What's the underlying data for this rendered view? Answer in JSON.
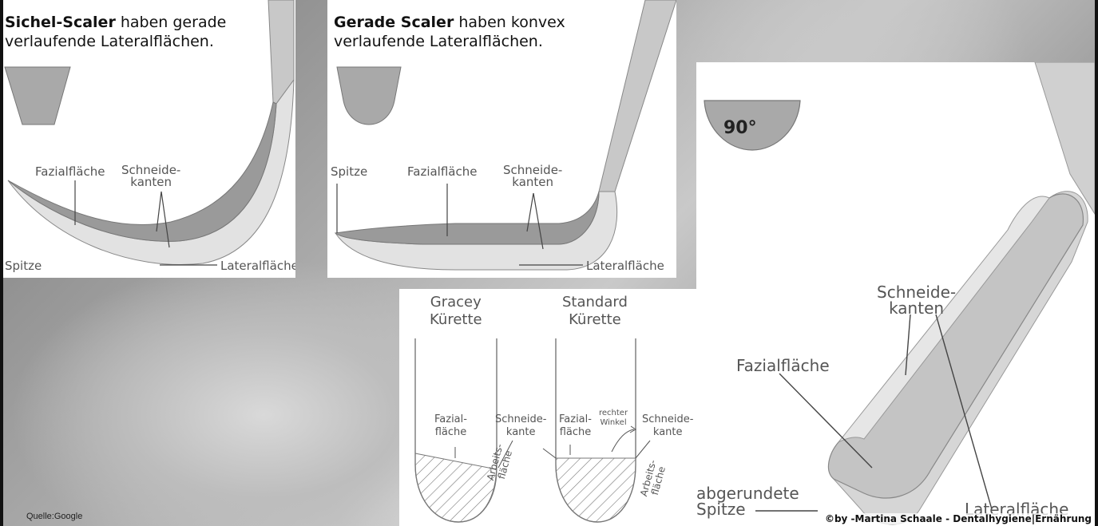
{
  "panel_sichel": {
    "title_bold": "Sichel-Scaler",
    "title_rest": "haben gerade",
    "title_line2": "verlaufende Lateralflächen.",
    "label_fazial": "Fazialfläche",
    "label_schneide_1": "Schneide-",
    "label_schneide_2": "kanten",
    "label_spitze": "Spitze",
    "label_lateral": "Lateralfläche"
  },
  "panel_gerade": {
    "title_bold": "Gerade Scaler",
    "title_rest": "haben konvex",
    "title_line2": "verlaufende Lateralflächen.",
    "label_spitze": "Spitze",
    "label_fazial": "Fazialfläche",
    "label_schneide_1": "Schneide-",
    "label_schneide_2": "kanten",
    "label_lateral": "Lateralfläche"
  },
  "panel_kuerette": {
    "gracey_1": "Gracey",
    "gracey_2": "Kürette",
    "standard_1": "Standard",
    "standard_2": "Kürette",
    "fazial_1a": "Fazial-",
    "fazial_1b": "fläche",
    "schneide_1a": "Schneide-",
    "schneide_1b": "kante",
    "fazial_2a": "Fazial-",
    "fazial_2b": "fläche",
    "rechter_1": "rechter",
    "rechter_2": "Winkel",
    "schneide_2a": "Schneide-",
    "schneide_2b": "kante",
    "arbeits_1a": "Arbeits-",
    "arbeits_1b": "fläche",
    "arbeits_2a": "Arbeits-",
    "arbeits_2b": "fläche"
  },
  "panel_right": {
    "angle": "90°",
    "schneide_1": "Schneide-",
    "schneide_2": "kanten",
    "fazial": "Fazialfläche",
    "abgerundete_1": "abgerundete",
    "abgerundete_2": "Spitze",
    "lateral": "Lateralfläche"
  },
  "footer": {
    "source": "Quelle:Google",
    "copyright": "©by -Martina Schaale - Dentalhygiene|Ernährung"
  },
  "colors": {
    "blade_dark": "#9a9a9a",
    "blade_mid": "#bdbdbd",
    "blade_light": "#dcdcdc",
    "label_gray": "#555555"
  }
}
